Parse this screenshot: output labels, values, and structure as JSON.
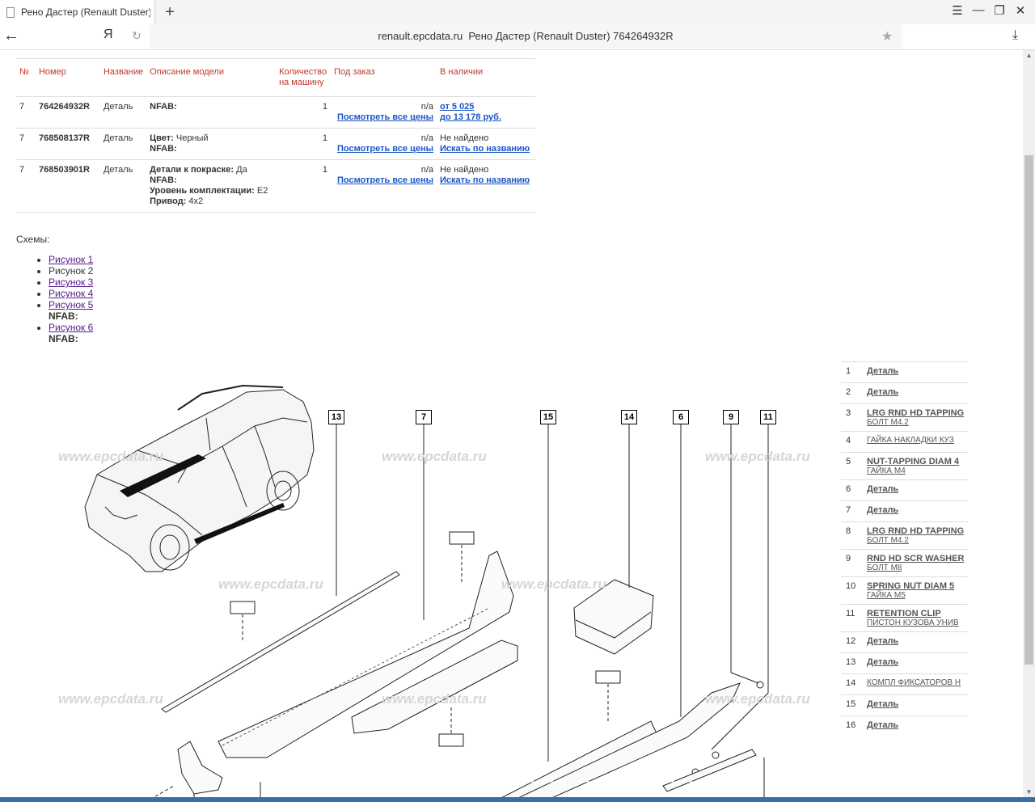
{
  "browser": {
    "tab_title": "Рено Дастер (Renault Duster)",
    "new_tab": "+",
    "menu_icon": "☰",
    "minimize_icon": "—",
    "restore_icon": "❐",
    "close_icon": "✕",
    "back_icon": "←",
    "yandex_logo": "Я",
    "reload_icon": "↻",
    "url_domain": "renault.epcdata.ru",
    "url_title": "Рено Дастер (Renault Duster) 764264932R",
    "star_icon": "★",
    "download_icon": "⤓"
  },
  "table": {
    "headers": {
      "no": "№",
      "number": "Номер",
      "name": "Название",
      "desc": "Описание модели",
      "qty": "Количество на машину",
      "order": "Под заказ",
      "stock": "В наличии"
    },
    "rows": [
      {
        "no": "7",
        "number": "764264932R",
        "name": "Деталь",
        "desc_lines": [
          {
            "label": "NFAB:",
            "value": ""
          }
        ],
        "qty": "1",
        "order_status": "n/a",
        "order_link": "Посмотреть все цены",
        "stock_line1": "от 5 025",
        "stock_line2": "до 13 178 руб."
      },
      {
        "no": "7",
        "number": "768508137R",
        "name": "Деталь",
        "desc_lines": [
          {
            "label": "Цвет:",
            "value": " Черный"
          },
          {
            "label": "NFAB:",
            "value": ""
          }
        ],
        "qty": "1",
        "order_status": "n/a",
        "order_link": "Посмотреть все цены",
        "stock_line1": "Не найдено",
        "stock_line2": "Искать по названию"
      },
      {
        "no": "7",
        "number": "768503901R",
        "name": "Деталь",
        "desc_lines": [
          {
            "label": "Детали к покраске:",
            "value": " Да"
          },
          {
            "label": "NFAB:",
            "value": ""
          },
          {
            "label": "Уровень комплектации:",
            "value": " E2"
          },
          {
            "label": "Привод:",
            "value": " 4x2"
          }
        ],
        "qty": "1",
        "order_status": "n/a",
        "order_link": "Посмотреть все цены",
        "stock_line1": "Не найдено",
        "stock_line2": "Искать по названию"
      }
    ]
  },
  "schemes": {
    "label": "Схемы:",
    "items": [
      {
        "text": "Рисунок 1",
        "link": true
      },
      {
        "text": "Рисунок 2",
        "link": false
      },
      {
        "text": "Рисунок 3",
        "link": true
      },
      {
        "text": "Рисунок 4",
        "link": true
      },
      {
        "text": "Рисунок 5",
        "link": true,
        "note": "NFAB:"
      },
      {
        "text": "Рисунок 6",
        "link": true,
        "note": "NFAB:"
      }
    ]
  },
  "diagram": {
    "watermark": "www.epcdata.ru",
    "callouts": [
      "13",
      "7",
      "15",
      "14",
      "6",
      "9",
      "11"
    ]
  },
  "legend": [
    {
      "num": "1",
      "title": "Деталь",
      "sub": ""
    },
    {
      "num": "2",
      "title": "Деталь",
      "sub": ""
    },
    {
      "num": "3",
      "title": "LRG RND HD TAPPING",
      "sub": "БОЛТ М4.2"
    },
    {
      "num": "4",
      "title": "",
      "sub": "ГАЙКА НАКЛАДКИ КУЗ"
    },
    {
      "num": "5",
      "title": "NUT-TAPPING DIAM 4",
      "sub": "ГАЙКА М4"
    },
    {
      "num": "6",
      "title": "Деталь",
      "sub": ""
    },
    {
      "num": "7",
      "title": "Деталь",
      "sub": ""
    },
    {
      "num": "8",
      "title": "LRG RND HD TAPPING",
      "sub": "БОЛТ М4.2"
    },
    {
      "num": "9",
      "title": "RND HD SCR WASHER",
      "sub": "БОЛТ М8"
    },
    {
      "num": "10",
      "title": "SPRING NUT DIAM 5",
      "sub": "ГАЙКА М5"
    },
    {
      "num": "11",
      "title": "RETENTION CLIP",
      "sub": "ПИСТОН КУЗОВА УНИВ"
    },
    {
      "num": "12",
      "title": "Деталь",
      "sub": ""
    },
    {
      "num": "13",
      "title": "Деталь",
      "sub": ""
    },
    {
      "num": "14",
      "title": "",
      "sub": "КОМПЛ ФИКСАТОРОВ Н"
    },
    {
      "num": "15",
      "title": "Деталь",
      "sub": ""
    },
    {
      "num": "16",
      "title": "Деталь",
      "sub": ""
    }
  ]
}
